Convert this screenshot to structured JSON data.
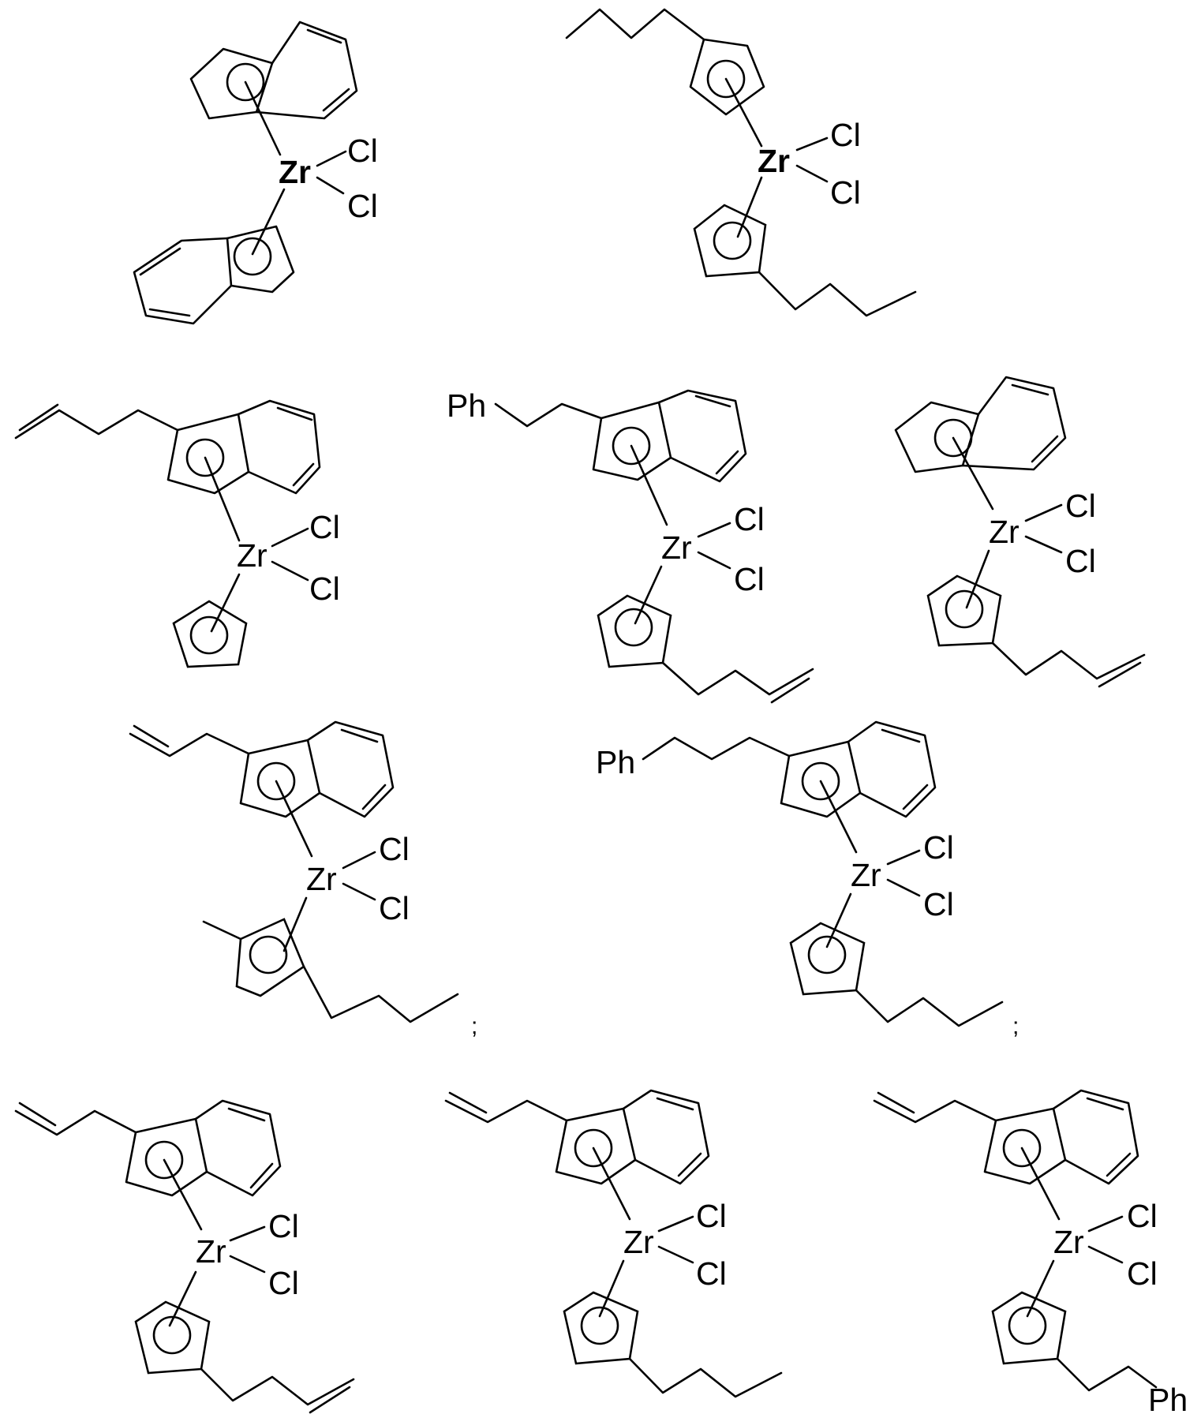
{
  "compounds": [
    {
      "metal": "Zr",
      "ligands": [
        "Cl",
        "Cl"
      ],
      "bold_metal": true
    },
    {
      "metal": "Zr",
      "ligands": [
        "Cl",
        "Cl"
      ],
      "bold_metal": true
    },
    {
      "metal": "Zr",
      "ligands": [
        "Cl",
        "Cl"
      ],
      "bold_metal": false
    },
    {
      "metal": "Zr",
      "ligands": [
        "Cl",
        "Cl"
      ],
      "bold_metal": false,
      "substituent": "Ph"
    },
    {
      "metal": "Zr",
      "ligands": [
        "Cl",
        "Cl"
      ],
      "bold_metal": false
    },
    {
      "metal": "Zr",
      "ligands": [
        "Cl",
        "Cl"
      ],
      "bold_metal": false,
      "separator": ";"
    },
    {
      "metal": "Zr",
      "ligands": [
        "Cl",
        "Cl"
      ],
      "bold_metal": false,
      "substituent": "Ph",
      "separator": ";"
    },
    {
      "metal": "Zr",
      "ligands": [
        "Cl",
        "Cl"
      ],
      "bold_metal": false
    },
    {
      "metal": "Zr",
      "ligands": [
        "Cl",
        "Cl"
      ],
      "bold_metal": false
    },
    {
      "metal": "Zr",
      "ligands": [
        "Cl",
        "Cl"
      ],
      "bold_metal": false,
      "substituent": "Ph"
    }
  ]
}
